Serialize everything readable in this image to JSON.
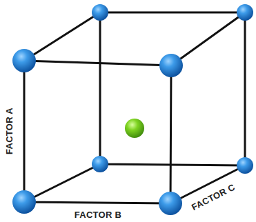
{
  "diagram": {
    "labels": [
      "FACTOR A",
      "FACTOR B",
      "FACTOR C"
    ]
  }
}
